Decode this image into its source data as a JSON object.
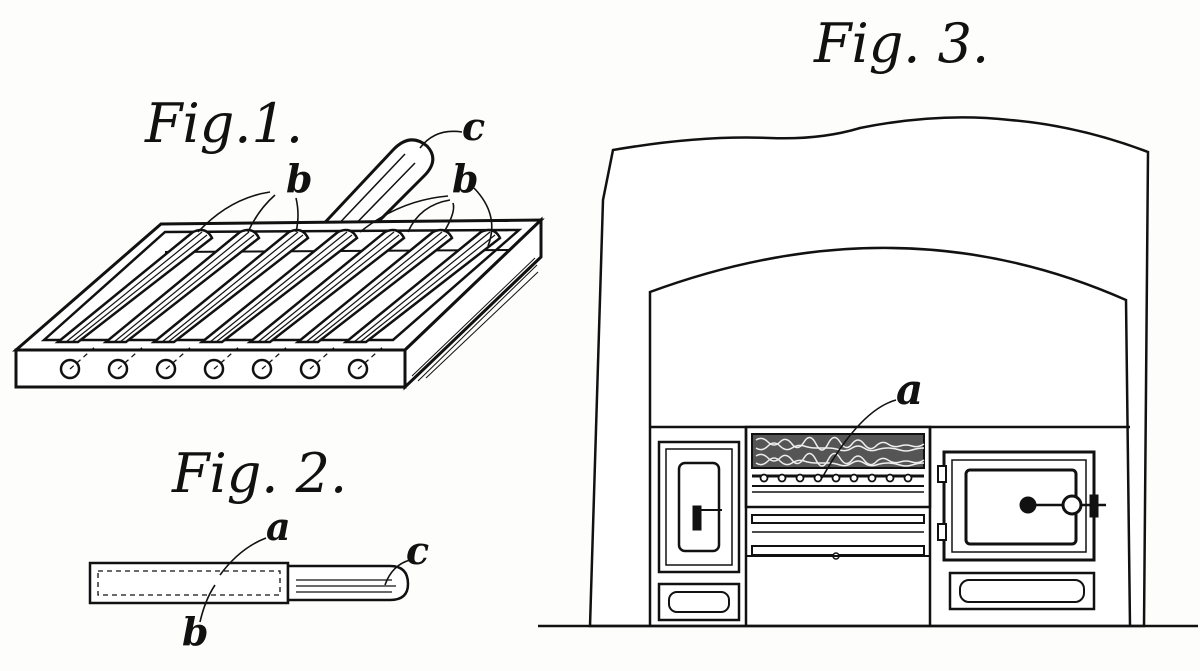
{
  "figures": {
    "fig1": {
      "title": "Fig.1.",
      "labels": {
        "c": "c",
        "b_left": "b",
        "b_right": "b"
      }
    },
    "fig2": {
      "title": "Fig. 2.",
      "labels": {
        "a": "a",
        "b": "b",
        "c": "c"
      }
    },
    "fig3": {
      "title": "Fig. 3.",
      "labels": {
        "a": "a"
      }
    }
  }
}
